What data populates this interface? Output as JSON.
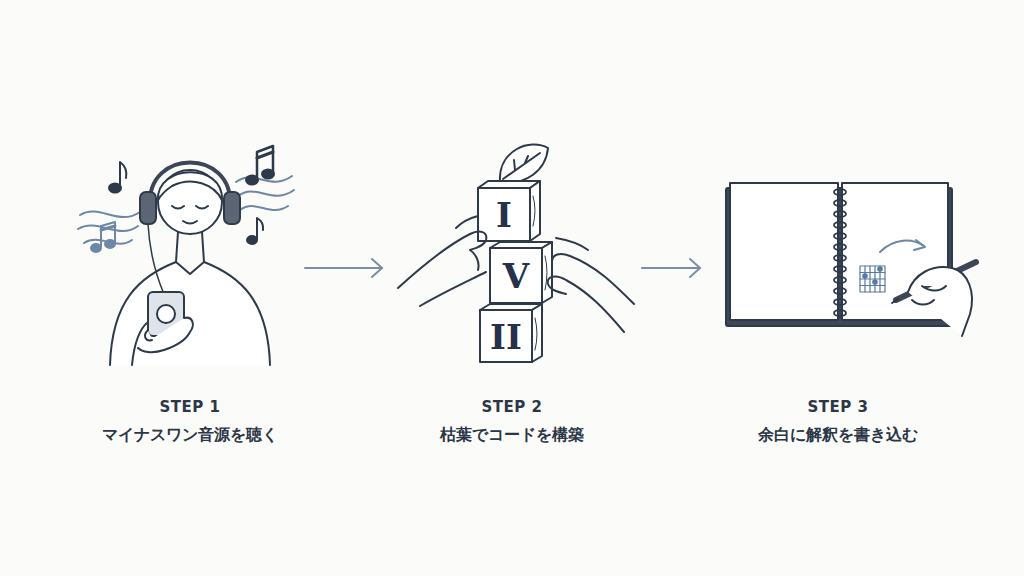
{
  "diagram": {
    "nodes": [
      {
        "text": [
          "STEP 1",
          "マイナスワン音源を聴く"
        ]
      },
      {
        "text": [
          "STEP 2",
          "枯葉でコードを構築"
        ]
      },
      {
        "text": [
          "STEP 3",
          "余白に解釈を書き込む"
        ]
      }
    ],
    "edges": [
      {
        "from": 0,
        "to": 1,
        "arrow": "to"
      },
      {
        "from": 1,
        "to": 2,
        "arrow": "to"
      }
    ],
    "labels": [
      "I",
      "V",
      "II"
    ]
  }
}
